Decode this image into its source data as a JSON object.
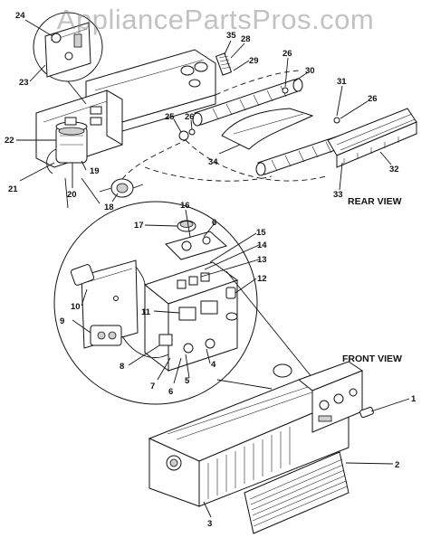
{
  "watermark": "AppliancePartsPros.com",
  "views": {
    "rear": "REAR VIEW",
    "front": "FRONT VIEW"
  },
  "callouts": {
    "c1": "1",
    "c2": "2",
    "c3": "3",
    "c4": "4",
    "c5": "5",
    "c6a": "6",
    "c6b": "6",
    "c7": "7",
    "c8": "8",
    "c9": "9",
    "c10": "10",
    "c11": "11",
    "c12": "12",
    "c13": "13",
    "c14": "14",
    "c15": "15",
    "c16": "16",
    "c17": "17",
    "c18": "18",
    "c19": "19",
    "c20": "20",
    "c21": "21",
    "c22": "22",
    "c23": "23",
    "c24": "24",
    "c25": "25",
    "c26a": "26",
    "c26b": "26",
    "c26c": "26",
    "c28": "28",
    "c29": "29",
    "c30": "30",
    "c31": "31",
    "c32": "32",
    "c33": "33",
    "c34": "34",
    "c35": "35"
  }
}
